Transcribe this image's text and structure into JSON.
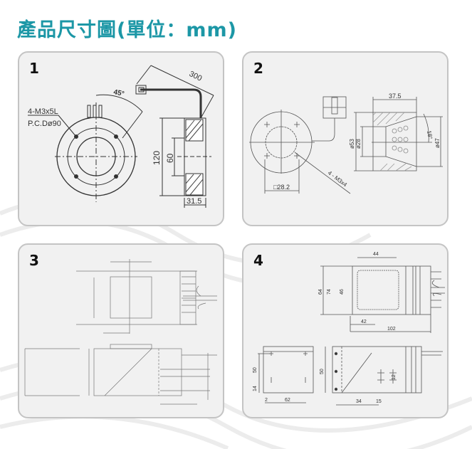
{
  "title": "產品尺寸圖(單位：mm)",
  "panels": [
    {
      "number": "1",
      "labels": {
        "holes": "4-M3x5L",
        "pcd": "P.C.Dø90",
        "angle": "45°",
        "cable": "300",
        "outer": "120",
        "inner": "60",
        "depth": "31.5"
      }
    },
    {
      "number": "2",
      "labels": {
        "width": "37.5",
        "outer": "ø53",
        "inner": "ø28",
        "front": "ø47",
        "angle": "18°",
        "square": "□28.2",
        "holes": "4 - M3x4"
      }
    },
    {
      "number": "3"
    },
    {
      "number": "4",
      "labels": {
        "top_w": "44",
        "h1": "64",
        "h2": "74",
        "h3": "46",
        "w42": "42",
        "len": "102",
        "bl_h": "50",
        "bl_b": "14",
        "bl_off": "2",
        "bl_w": "62",
        "br_h": "50",
        "br_a": "34",
        "br_b": "15",
        "br_c": "12"
      }
    }
  ],
  "colors": {
    "title": "#1c97a6",
    "panel_bg": "#f1f1f1",
    "panel_border": "#c4c4c4"
  }
}
